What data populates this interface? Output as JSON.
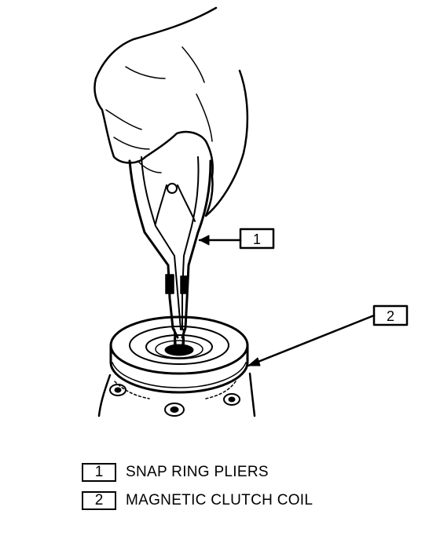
{
  "callouts": [
    {
      "number": "1",
      "label": "SNAP RING PLIERS"
    },
    {
      "number": "2",
      "label": "MAGNETIC CLUTCH COIL"
    }
  ],
  "icons": {
    "hand": "hand-illustration",
    "pliers": "snap-ring-pliers-illustration",
    "coil": "magnetic-clutch-coil-illustration",
    "compressor": "compressor-body-illustration"
  },
  "colors": {
    "ink": "#000000",
    "paper": "#ffffff"
  }
}
